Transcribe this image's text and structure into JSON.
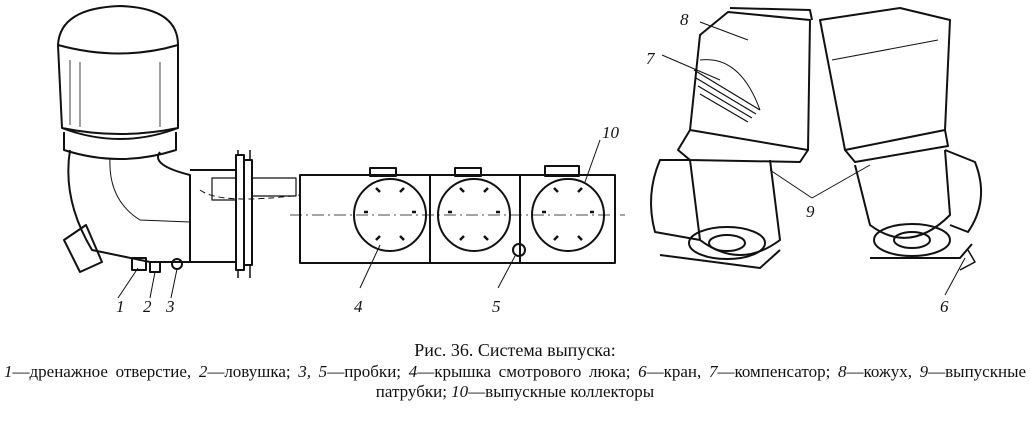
{
  "figure": {
    "labels": {
      "l1": "1",
      "l2": "2",
      "l3": "3",
      "l4": "4",
      "l5": "5",
      "l6": "6",
      "l7": "7",
      "l8": "8",
      "l9": "9",
      "l10": "10"
    }
  },
  "caption": {
    "title": "Рис. 36. Система выпуска:",
    "items": [
      {
        "num": "1",
        "text": "—дренажное отверстие, "
      },
      {
        "num": "2",
        "text": "—ловушка; "
      },
      {
        "num": "3, 5",
        "text": "—пробки; "
      },
      {
        "num": "4",
        "text": "—крышка смотрового люка; "
      },
      {
        "num": "6",
        "text": "—кран, "
      },
      {
        "num": "7",
        "text": "—компенсатор; "
      },
      {
        "num": "8",
        "text": "—кожух, "
      },
      {
        "num": "9",
        "text": "—выпускные патрубки; "
      },
      {
        "num": "10",
        "text": "—выпускные коллекторы"
      }
    ]
  }
}
